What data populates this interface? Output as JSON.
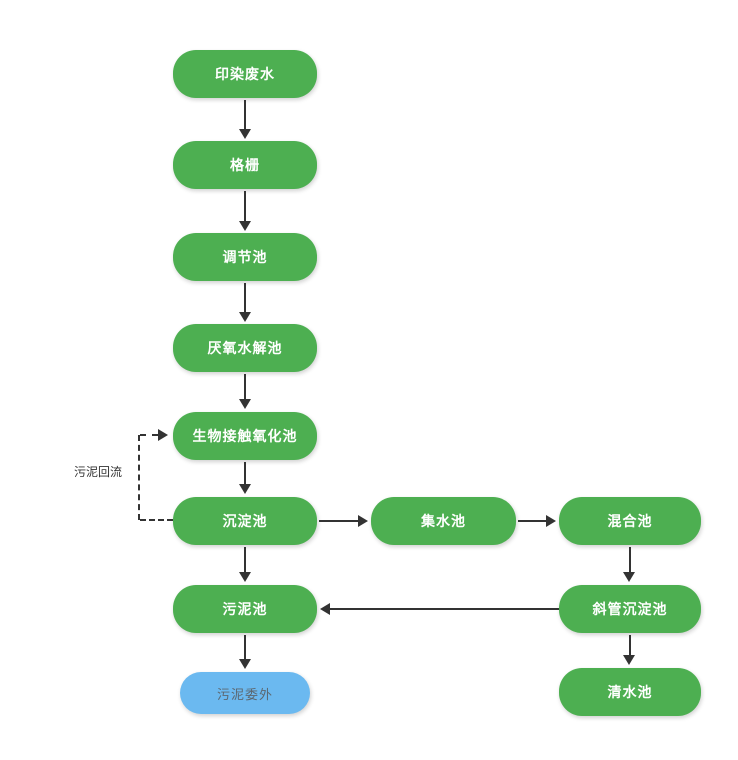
{
  "diagram": {
    "type": "flowchart",
    "background": "#ffffff",
    "colors": {
      "node_green": "#4daf51",
      "node_blue": "#6bb9f0",
      "green_node_text": "#ffffff",
      "blue_node_text": "#5c6770",
      "arrow": "#333333",
      "edge_label_text": "#333333"
    },
    "nodes": [
      {
        "id": "dyeing-wastewater",
        "label": "印染废水",
        "color": "green"
      },
      {
        "id": "bar-screen",
        "label": "格栅",
        "color": "green"
      },
      {
        "id": "regulating-tank",
        "label": "调节池",
        "color": "green"
      },
      {
        "id": "anaerobic-hydrolysis-tank",
        "label": "厌氧水解池",
        "color": "green"
      },
      {
        "id": "bio-contact-oxidation-tank",
        "label": "生物接触氧化池",
        "color": "green"
      },
      {
        "id": "sedimentation-tank",
        "label": "沉淀池",
        "color": "green"
      },
      {
        "id": "sludge-tank",
        "label": "污泥池",
        "color": "green"
      },
      {
        "id": "sludge-outsourcing",
        "label": "污泥委外",
        "color": "blue"
      },
      {
        "id": "collecting-tank",
        "label": "集水池",
        "color": "green"
      },
      {
        "id": "mixing-tank",
        "label": "混合池",
        "color": "green"
      },
      {
        "id": "inclined-tube-sedimentation-tank",
        "label": "斜管沉淀池",
        "color": "green"
      },
      {
        "id": "clean-water-tank",
        "label": "清水池",
        "color": "green"
      }
    ],
    "edges": [
      {
        "from": "印染废水",
        "to": "格栅",
        "style": "solid"
      },
      {
        "from": "格栅",
        "to": "调节池",
        "style": "solid"
      },
      {
        "from": "调节池",
        "to": "厌氧水解池",
        "style": "solid"
      },
      {
        "from": "厌氧水解池",
        "to": "生物接触氧化池",
        "style": "solid"
      },
      {
        "from": "生物接触氧化池",
        "to": "沉淀池",
        "style": "solid"
      },
      {
        "from": "沉淀池",
        "to": "污泥池",
        "style": "solid"
      },
      {
        "from": "污泥池",
        "to": "污泥委外",
        "style": "solid"
      },
      {
        "from": "沉淀池",
        "to": "集水池",
        "style": "solid"
      },
      {
        "from": "集水池",
        "to": "混合池",
        "style": "solid"
      },
      {
        "from": "混合池",
        "to": "斜管沉淀池",
        "style": "solid"
      },
      {
        "from": "斜管沉淀池",
        "to": "污泥池",
        "style": "solid"
      },
      {
        "from": "斜管沉淀池",
        "to": "清水池",
        "style": "solid"
      },
      {
        "from": "沉淀池",
        "to": "生物接触氧化池",
        "style": "dashed",
        "label": "污泥回流"
      }
    ],
    "edge_label": "污泥回流"
  }
}
